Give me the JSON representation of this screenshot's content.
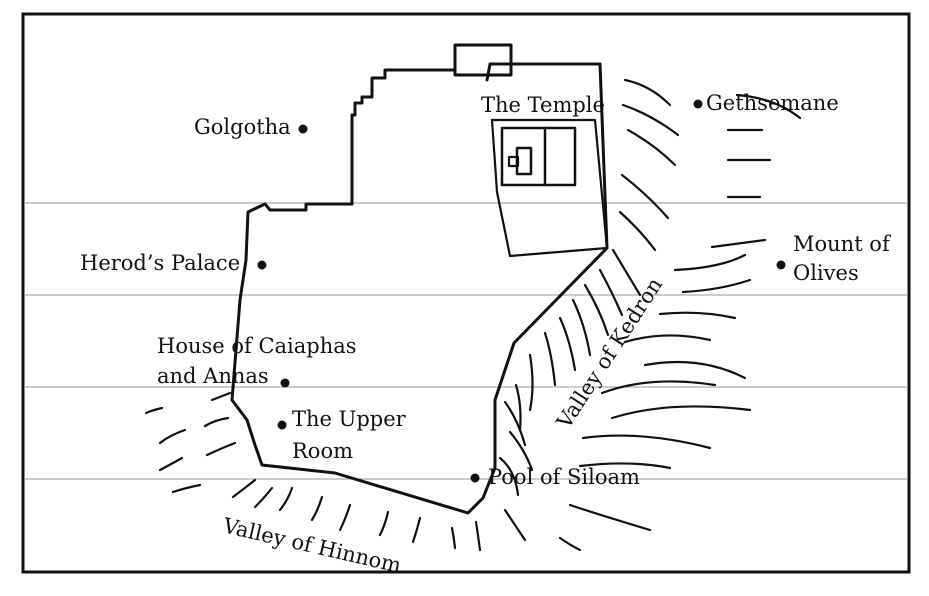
{
  "map": {
    "labels": {
      "golgotha": "Golgotha",
      "temple": "The Temple",
      "gethsemane": "Gethsemane",
      "herods_palace": "Herod’s Palace",
      "mount_of_olives_1": "Mount of",
      "mount_of_olives_2": "Olives",
      "caiaphas_1": "House of Caiaphas",
      "caiaphas_2": "and Annas",
      "upper_room_1": "The Upper",
      "upper_room_2": "Room",
      "pool_of_siloam": "Pool of Siloam",
      "valley_kedron": "Valley of Kedron",
      "valley_hinnom": "Valley of Hinnom"
    }
  }
}
